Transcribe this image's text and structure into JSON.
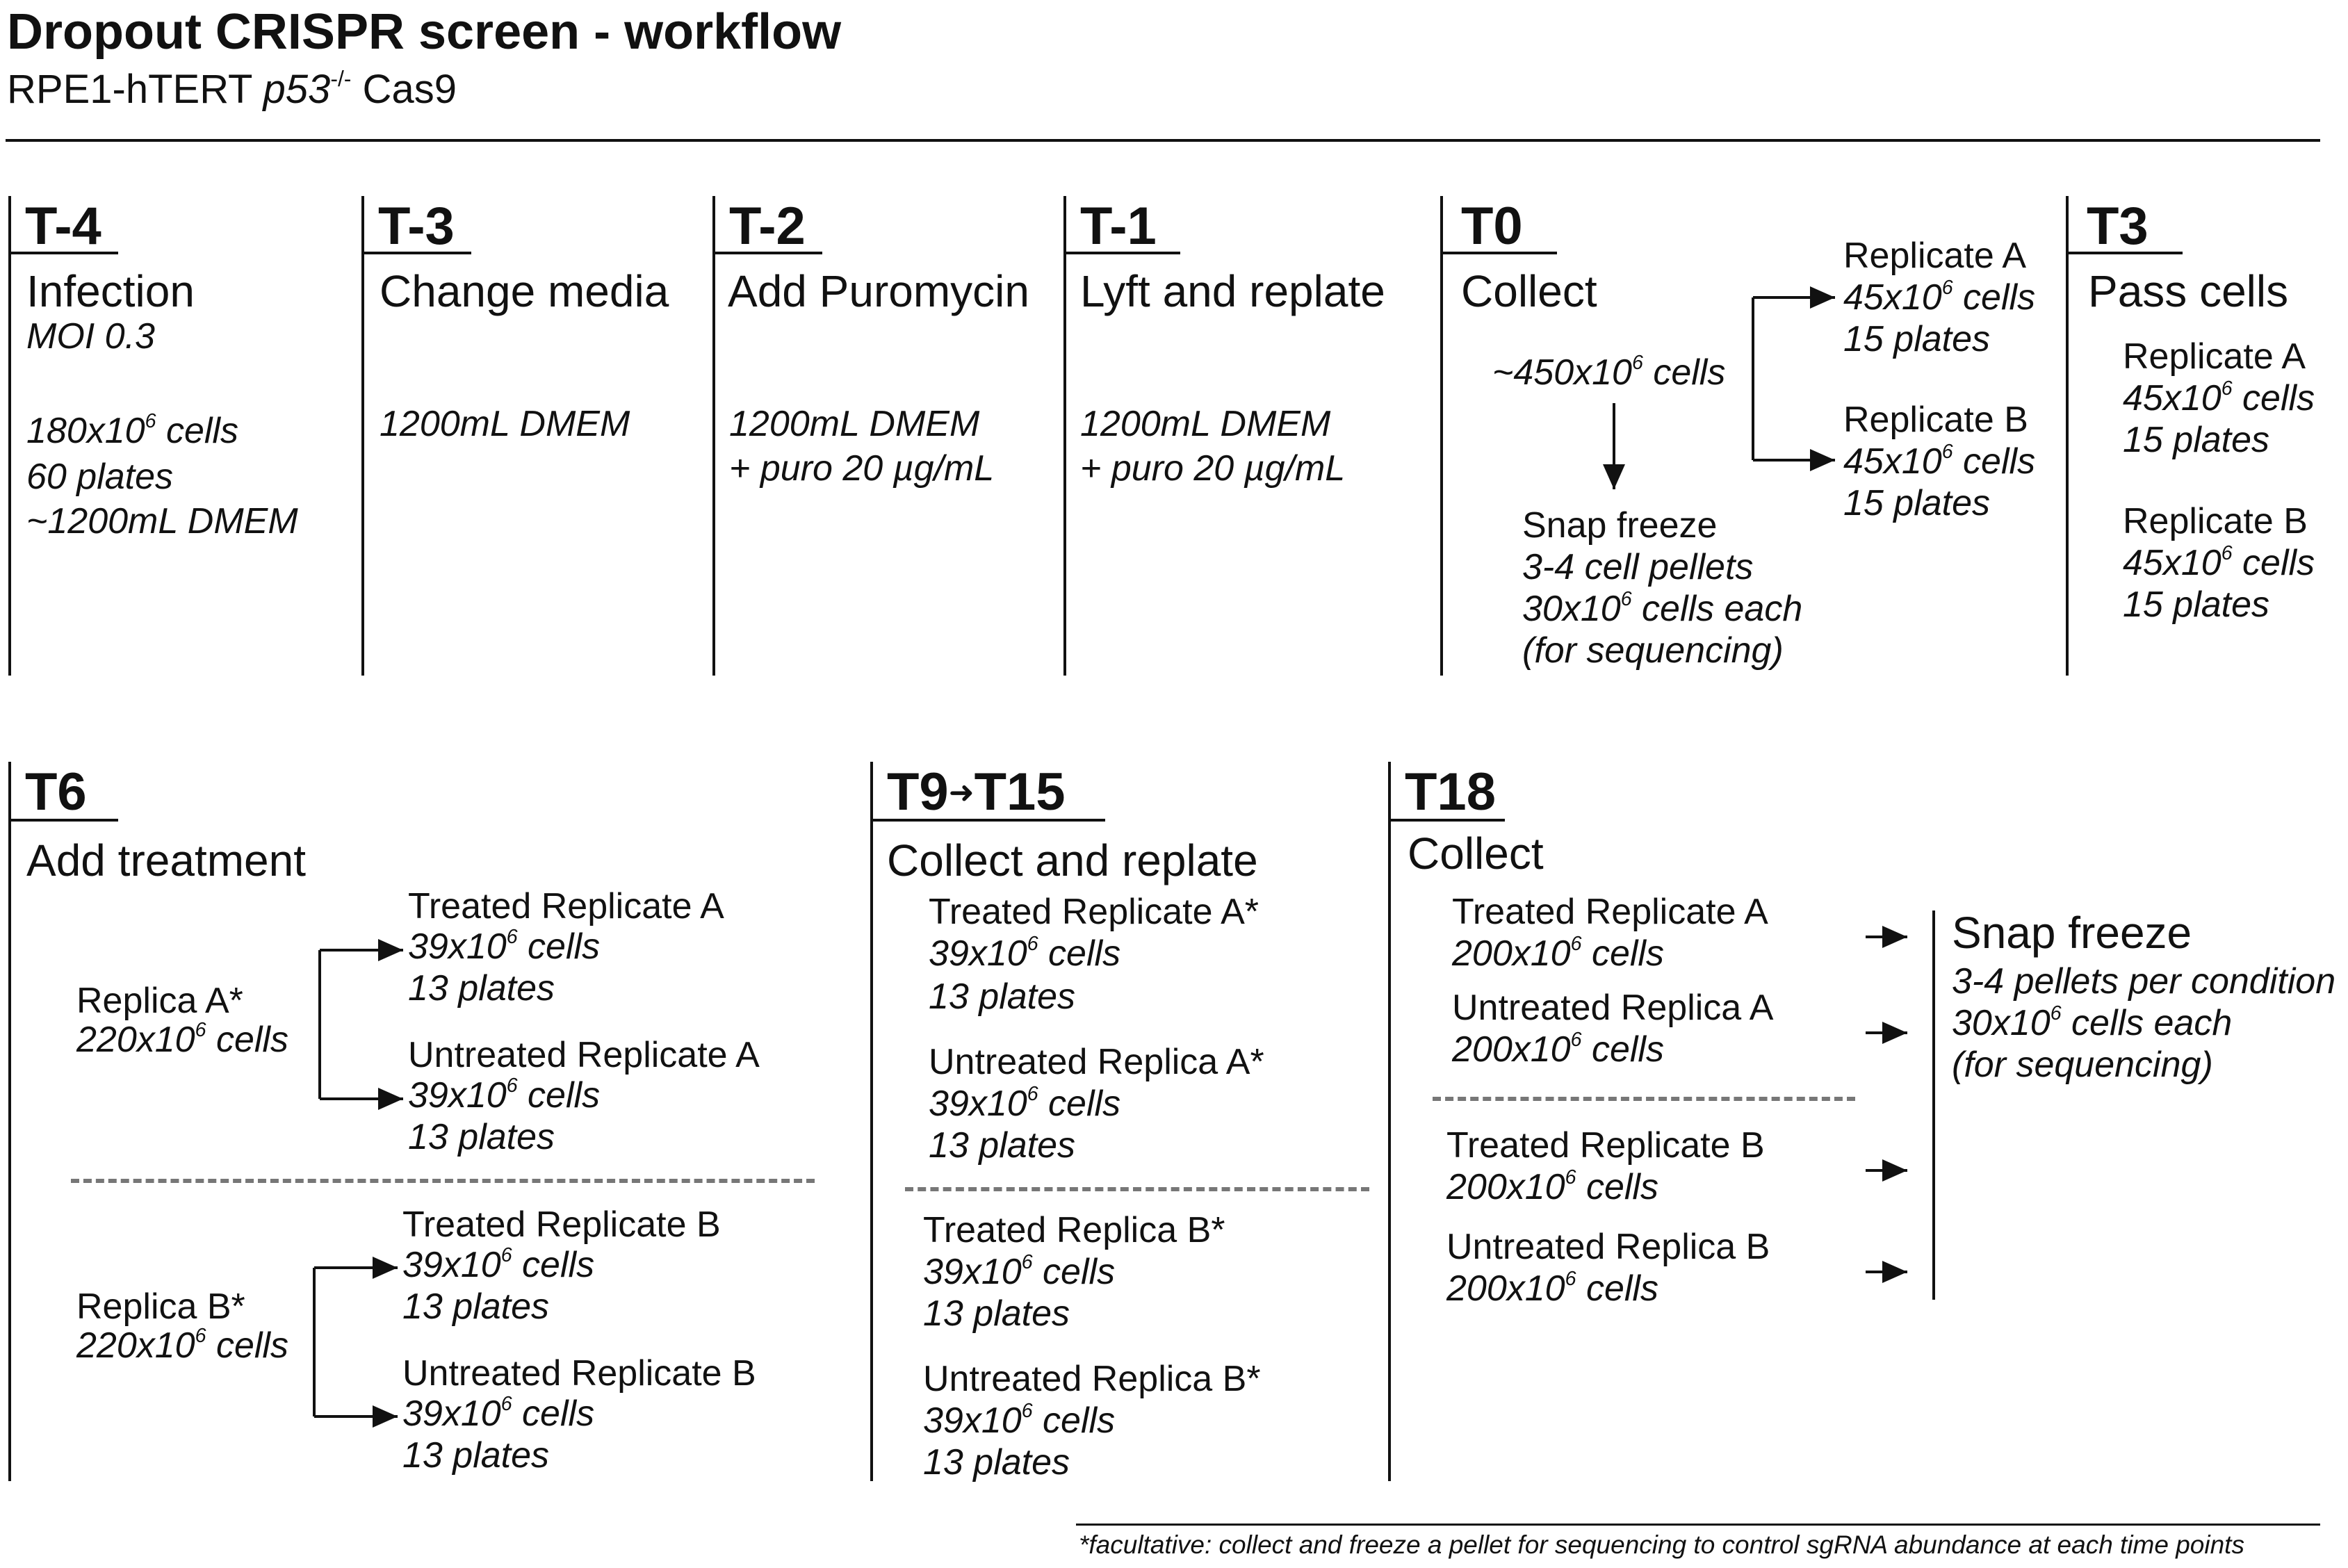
{
  "title": "Dropout CRISPR screen - workflow",
  "subtitle_pre": "RPE1-hTERT ",
  "subtitle_gene": "p53",
  "subtitle_sup": "-/-",
  "subtitle_post": " Cas9",
  "row1": [
    {
      "tp": "T-4",
      "head": "Infection",
      "sub": "MOI 0.3",
      "lines": [
        "180x10^6 cells",
        "60 plates",
        "~1200mL DMEM"
      ]
    },
    {
      "tp": "T-3",
      "head": "Change media",
      "lines": [
        "1200mL DMEM"
      ]
    },
    {
      "tp": "T-2",
      "head": "Add Puromycin",
      "lines": [
        "1200mL DMEM",
        "+ puro 20 µg/mL"
      ]
    },
    {
      "tp": "T-1",
      "head": "Lyft and replate",
      "lines": [
        "1200mL DMEM",
        "+ puro 20 µg/mL"
      ]
    }
  ],
  "t0": {
    "tp": "T0",
    "head": "Collect",
    "cells": "~450x10^6 cells",
    "freeze_label": "Snap freeze",
    "freeze_lines": [
      "3-4 cell pellets",
      "30x10^6 cells each",
      "(for sequencing)"
    ],
    "repA": {
      "label": "Replicate A",
      "cells": "45x10^6 cells",
      "plates": "15 plates"
    },
    "repB": {
      "label": "Replicate B",
      "cells": "45x10^6 cells",
      "plates": "15 plates"
    }
  },
  "t3": {
    "tp": "T3",
    "head": "Pass cells",
    "repA": {
      "label": "Replicate A",
      "cells": "45x10^6 cells",
      "plates": "15 plates"
    },
    "repB": {
      "label": "Replicate B",
      "cells": "45x10^6 cells",
      "plates": "15 plates"
    }
  },
  "t6": {
    "tp": "T6",
    "head": "Add treatment",
    "replicaA": {
      "label": "Replica A*",
      "cells": "220x10^6 cells"
    },
    "replicaB": {
      "label": "Replica B*",
      "cells": "220x10^6 cells"
    },
    "treatedA": {
      "label": "Treated Replicate A",
      "cells": "39x10^6 cells",
      "plates": "13 plates"
    },
    "untreatedA": {
      "label": "Untreated Replicate A",
      "cells": "39x10^6 cells",
      "plates": "13 plates"
    },
    "treatedB": {
      "label": "Treated Replicate B",
      "cells": "39x10^6 cells",
      "plates": "13 plates"
    },
    "untreatedB": {
      "label": "Untreated Replicate B",
      "cells": "39x10^6 cells",
      "plates": "13 plates"
    }
  },
  "t9": {
    "tp_a": "T9",
    "tp_b": "T15",
    "head": "Collect and replate",
    "items": [
      {
        "label": "Treated Replicate A*",
        "cells": "39x10^6 cells",
        "plates": "13 plates"
      },
      {
        "label": "Untreated Replica A*",
        "cells": "39x10^6 cells",
        "plates": "13 plates"
      },
      {
        "label": "Treated Replica B*",
        "cells": "39x10^6 cells",
        "plates": "13 plates"
      },
      {
        "label": "Untreated Replica B*",
        "cells": "39x10^6 cells",
        "plates": "13 plates"
      }
    ]
  },
  "t18": {
    "tp": "T18",
    "head": "Collect",
    "items": [
      {
        "label": "Treated Replicate A",
        "cells": "200x10^6 cells"
      },
      {
        "label": "Untreated Replica A",
        "cells": "200x10^6 cells"
      },
      {
        "label": "Treated Replicate B",
        "cells": "200x10^6 cells"
      },
      {
        "label": "Untreated Replica B",
        "cells": "200x10^6 cells"
      }
    ],
    "freeze_label": "Snap freeze",
    "freeze_lines": [
      "3-4 pellets per condition",
      "30x10^6 cells each",
      "(for sequencing)"
    ]
  },
  "footnote": "*facultative: collect and freeze a pellet for sequencing to control sgRNA abundance at each time points"
}
